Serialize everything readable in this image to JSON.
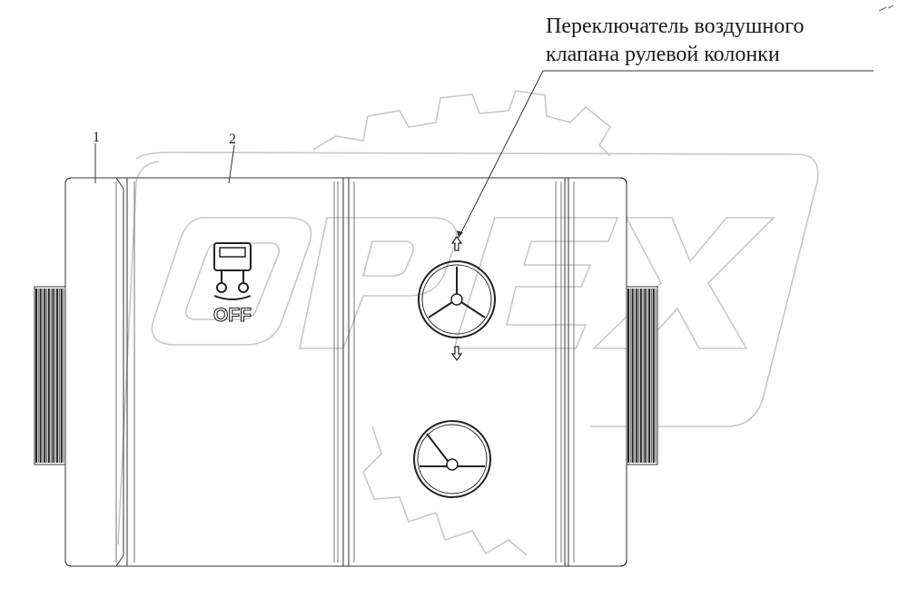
{
  "callout": {
    "line1": "Переключатель воздушного",
    "line2": "клапана рулевой колонки"
  },
  "labels": {
    "part1": "1",
    "part2": "2"
  },
  "switch_icon": {
    "text": "OFF",
    "icon": "truck-axle-lock-icon"
  },
  "rocker": {
    "up_icon": "arrow-up-icon",
    "down_icon": "arrow-down-icon",
    "upper_icon": "steering-wheel-icon",
    "lower_icon": "steering-wheel-icon"
  },
  "watermark": {
    "logo": "gear-logo-watermark"
  },
  "colors": {
    "line": "#333333",
    "watermark": "#c8c8c8"
  }
}
